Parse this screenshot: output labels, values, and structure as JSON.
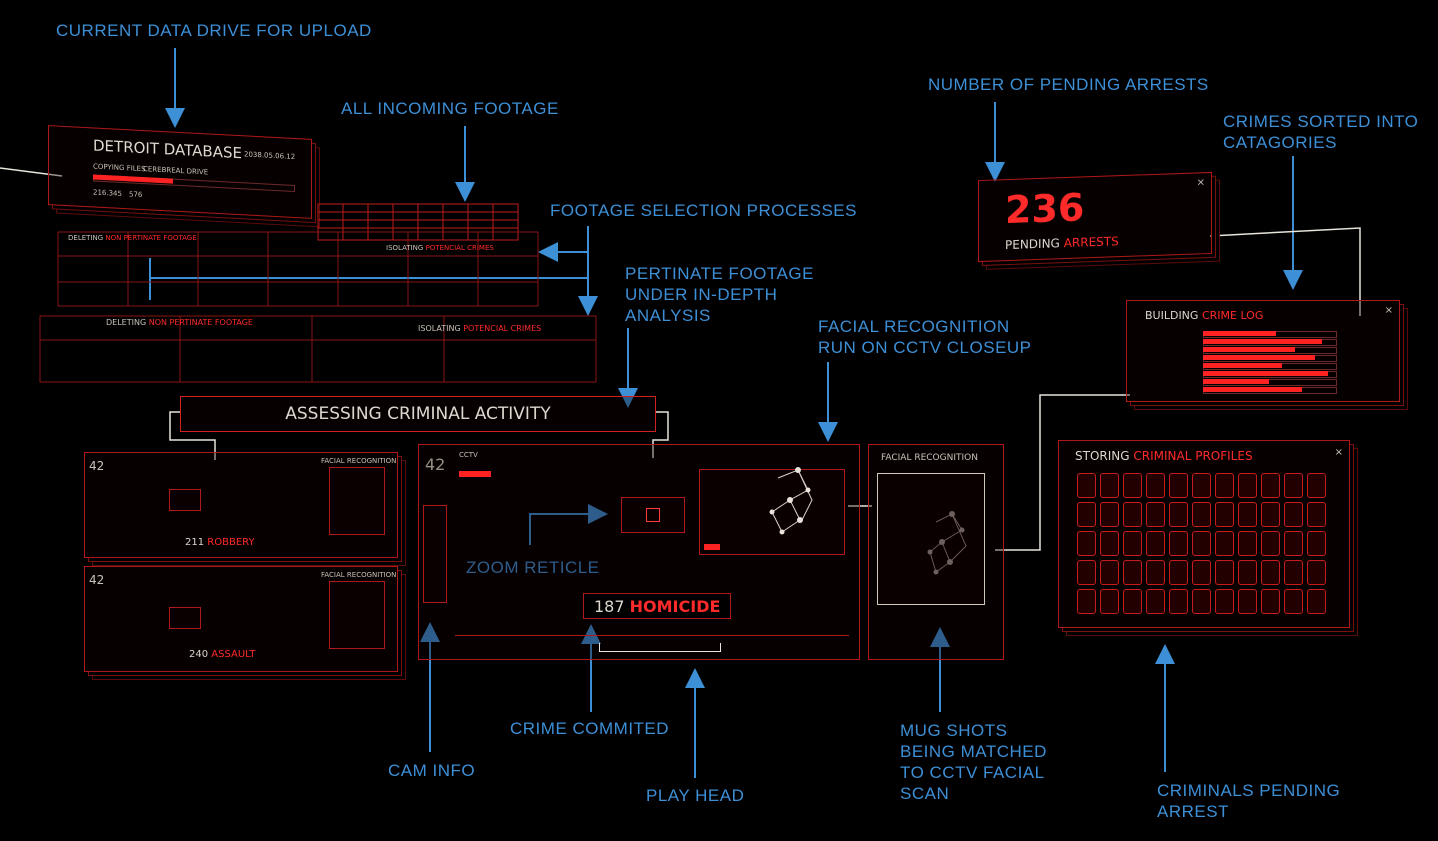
{
  "labels": {
    "current_drive": "CURRENT DATA DRIVE FOR UPLOAD",
    "incoming_footage": "ALL INCOMING FOOTAGE",
    "selection_processes": "FOOTAGE SELECTION PROCESSES",
    "pertinate_footage": "PERTINATE FOOTAGE\nUNDER IN-DEPTH\nANALYSIS",
    "facial_cctv": "FACIAL RECOGNITION\nRUN ON CCTV CLOSEUP",
    "pending_arrests": "NUMBER OF PENDING ARRESTS",
    "crimes_sorted": "CRIMES SORTED INTO\nCATAGORIES",
    "zoom_reticle": "ZOOM RETICLE",
    "crime_commited": "CRIME COMMITED",
    "cam_info": "CAM INFO",
    "play_head": "PLAY HEAD",
    "mug_shots": "MUG SHOTS\nBEING MATCHED\nTO CCTV FACIAL\nSCAN",
    "criminals_pending": "CRIMINALS PENDING\nARREST"
  },
  "database": {
    "title": "DETROIT DATABASE",
    "date": "2038.05.06.12",
    "copying": "COPYING FILES",
    "drive": "CEREBREAL DRIVE",
    "count": "216.345",
    "count2": "576",
    "progress": 0.4
  },
  "filters": {
    "deleting_prefix": "DELETING",
    "deleting_suffix": "NON PERTINATE FOOTAGE",
    "isolating_prefix": "ISOLATING",
    "isolating_suffix": "POTENCIAL CRIMES"
  },
  "assessing": "ASSESSING CRIMINAL ACTIVITY",
  "cams": {
    "cam_number": "42",
    "cctv": "CCTV",
    "facial_recognition": "FACIAL RECOGNITION",
    "robbery_num": "211",
    "robbery": "ROBBERY",
    "assault_num": "240",
    "assault": "ASSAULT",
    "homicide_num": "187",
    "homicide": "HOMICIDE"
  },
  "arrests": {
    "count": "236",
    "label_a": "PENDING",
    "label_b": "ARRESTS"
  },
  "crime_log": {
    "label_a": "BUILDING",
    "label_b": "CRIME LOG",
    "bars": [
      0.55,
      0.9,
      0.7,
      0.85,
      0.6,
      0.95,
      0.5,
      0.75
    ]
  },
  "profiles": {
    "label_a": "STORING",
    "label_b": "CRIMINAL PROFILES"
  },
  "colors": {
    "accent": "#ff2a2a",
    "annotation": "#3d8fd6",
    "frame": "#b01818"
  }
}
